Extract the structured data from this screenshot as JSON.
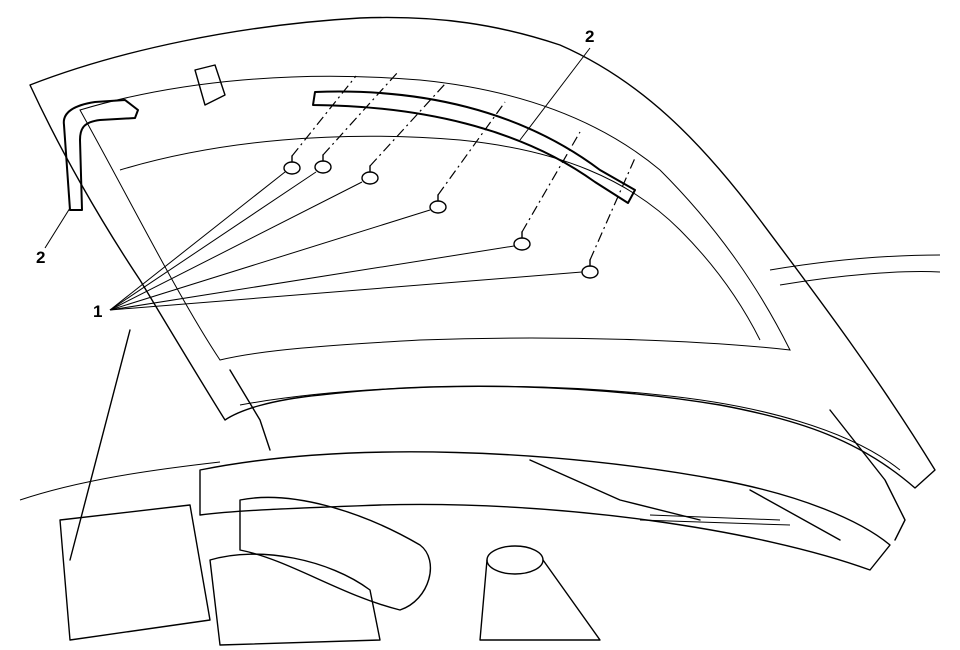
{
  "diagram": {
    "callouts": {
      "clips": "1",
      "seal_right": "2",
      "seal_left": "2"
    }
  }
}
